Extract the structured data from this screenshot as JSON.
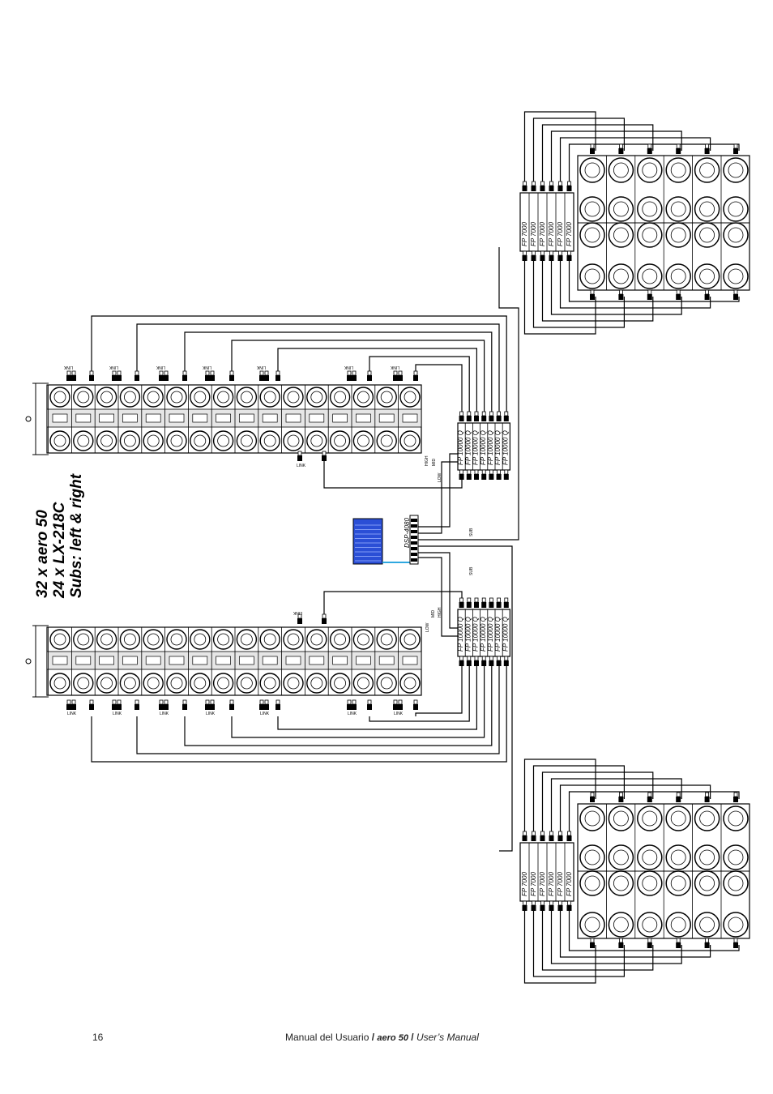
{
  "title": {
    "line1": "32 x aero 50",
    "line2": "24 x LX-218C",
    "line3": "Subs: left & right"
  },
  "labels": {
    "link": "LINK",
    "high": "HIGH",
    "mid": "MID",
    "low": "LOW",
    "sub": "SUB",
    "dsp": "DSP-4080",
    "fp7000": "FP 7000",
    "fp10000": "FP 10000 Q"
  },
  "footer": {
    "page": "16",
    "manual_es": "Manual  del  Usuario",
    "sep1": " / ",
    "product": "aero 50",
    "sep2": " / ",
    "manual_en": "User’s  Manual"
  },
  "colors": {
    "line": "#000000",
    "cabinet_fill": "#f2f2f2",
    "dsp_screen": "#2b4fd6",
    "control_cable": "#2fa8e0"
  }
}
